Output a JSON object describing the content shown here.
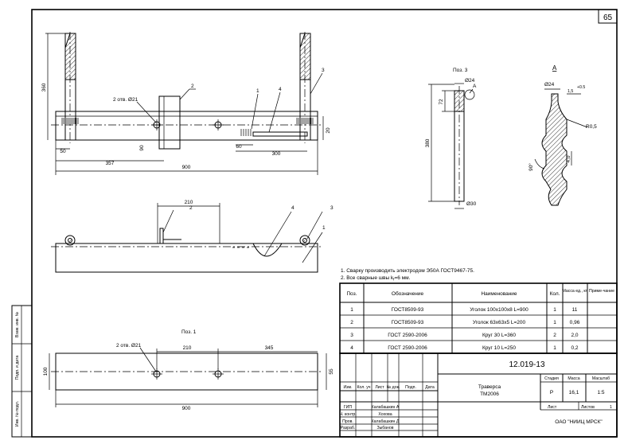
{
  "sheet": {
    "page_number": "65"
  },
  "dims": {
    "d360": "360",
    "d50": "50",
    "d357": "357",
    "d900": "900",
    "d90": "90",
    "d60": "60",
    "d300": "300",
    "d20": "20",
    "d210": "210",
    "d345": "345",
    "d100": "100",
    "d55": "55",
    "d72": "72",
    "d380": "380",
    "diam24": "Ø24",
    "diam30": "Ø30",
    "diam24b": "Ø24",
    "d1_5": "1,5",
    "tol": "+0.5",
    "r05": "R0,5",
    "d4": "4,0",
    "a90": "90°"
  },
  "labels": {
    "holes_top": "2 отв. Ø21",
    "holes_bottom": "2 отв. Ø21",
    "pos3": "Поз. 3",
    "pos1": "Поз. 1",
    "view_a": "А",
    "view_a_small": "А"
  },
  "callouts": [
    "1",
    "2",
    "3",
    "4"
  ],
  "notes": {
    "n1": "1. Сварку производить электродом Э50А ГОСТ9467-75.",
    "n2": "2. Все сварные швы k",
    "n2_sub": "f",
    "n2_end": "=6 мм."
  },
  "spec": {
    "headers": [
      "Поз.",
      "Обозначение",
      "Наименование",
      "Кол.",
      "Масса ед., кг",
      "Приме-чание"
    ],
    "rows": [
      [
        "1",
        "ГОСТ8509-93",
        "Уголок 100х100х8 L=900",
        "1",
        "11",
        ""
      ],
      [
        "2",
        "ГОСТ8509-93",
        "Уголок 63х63х5 L=200",
        "1",
        "0,96",
        ""
      ],
      [
        "3",
        "ГОСТ 2590-2006",
        "Круг 30 L=360",
        "2",
        "2,0",
        ""
      ],
      [
        "4",
        "ГОСТ 2590-2006",
        "Круг 10 L=250",
        "1",
        "0,2",
        ""
      ]
    ]
  },
  "title_block": {
    "doc_code": "12.019-13",
    "name_line1": "Траверса",
    "name_line2": "ТМ2006",
    "stage_h": "Стадия",
    "mass_h": "Масса",
    "scale_h": "Масштаб",
    "stage": "Р",
    "mass": "16,1",
    "scale": "1:5",
    "sheet_h": "Лист",
    "sheets_h": "Листов",
    "sheets": "1",
    "org": "ОАО \"НИИЦ МРСК\"",
    "col_headers": [
      "Изм.",
      "Кол. уч",
      "Лист",
      "№ док.",
      "Подп.",
      "Дата"
    ],
    "roles": [
      "ГИП",
      "Н. контр.",
      "Пров.",
      "Разраб."
    ],
    "people": [
      "Калабашкин А",
      "Хохова",
      "Калабашкин Д",
      "Зыбанов"
    ]
  },
  "side_stamp": [
    "Взам. инв. №",
    "Подп. и дата",
    "Инв. № подл."
  ]
}
